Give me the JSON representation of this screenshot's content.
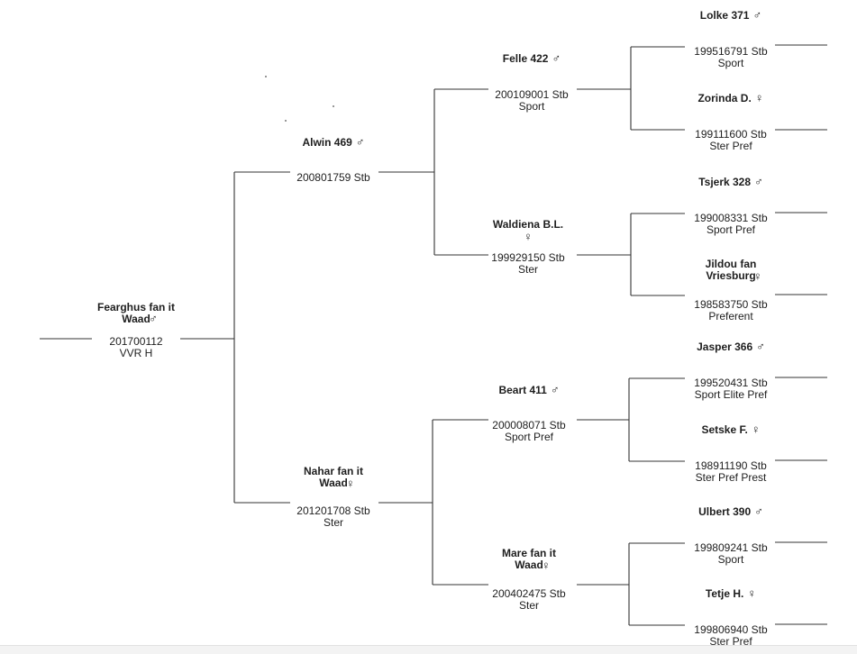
{
  "symbols": {
    "male": "♂",
    "female": "♀"
  },
  "horses": {
    "root": {
      "name": "Fearghus fan it Waad",
      "sex": "♂",
      "reg": "201700112",
      "note": "VVR H"
    },
    "s": {
      "name": "Alwin 469",
      "sex": "♂",
      "reg": "200801759 Stb",
      "note": ""
    },
    "d": {
      "name": "Nahar fan it Waad",
      "sex": "♀",
      "reg": "201201708 Stb",
      "note": "Ster"
    },
    "ss": {
      "name": "Felle 422",
      "sex": "♂",
      "reg": "200109001 Stb",
      "note": "Sport"
    },
    "sd": {
      "name": "Waldiena B.L.",
      "sex": "♀",
      "reg": "199929150 Stb",
      "note": "Ster"
    },
    "ds": {
      "name": "Beart 411",
      "sex": "♂",
      "reg": "200008071 Stb",
      "note": "Sport Pref"
    },
    "dd": {
      "name": "Mare fan it Waad",
      "sex": "♀",
      "reg": "200402475 Stb",
      "note": "Ster"
    },
    "sss": {
      "name": "Lolke 371",
      "sex": "♂",
      "reg": "199516791 Stb",
      "note": "Sport"
    },
    "ssd": {
      "name": "Zorinda D.",
      "sex": "♀",
      "reg": "199111600 Stb",
      "note": "Ster Pref"
    },
    "sds": {
      "name": "Tsjerk 328",
      "sex": "♂",
      "reg": "199008331 Stb",
      "note": "Sport Pref"
    },
    "sdd": {
      "name": "Jildou fan Vriesburg",
      "sex": "♀",
      "reg": "198583750 Stb",
      "note": "Preferent"
    },
    "dss": {
      "name": "Jasper 366",
      "sex": "♂",
      "reg": "199520431 Stb",
      "note": "Sport Elite Pref"
    },
    "dsd": {
      "name": "Setske F.",
      "sex": "♀",
      "reg": "198911190 Stb",
      "note": "Ster Pref Prest"
    },
    "dds": {
      "name": "Ulbert 390",
      "sex": "♂",
      "reg": "199809241 Stb",
      "note": "Sport"
    },
    "ddd": {
      "name": "Tetje H.",
      "sex": "♀",
      "reg": "199806940 Stb",
      "note": "Ster Pref"
    }
  }
}
